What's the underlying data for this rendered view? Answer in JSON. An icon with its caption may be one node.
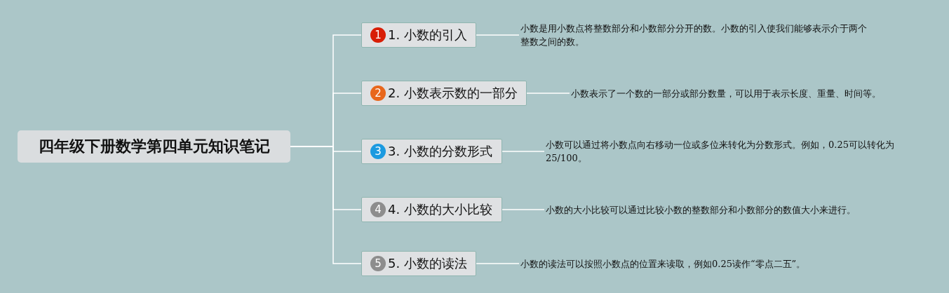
{
  "diagram": {
    "nodes": [
      {
        "text": [
          "四年级下册数学第四单元知识笔记"
        ]
      },
      {
        "text": [
          "1",
          "1. 小数的引入"
        ]
      },
      {
        "text": [
          "2",
          "2. 小数表示数的一部分"
        ]
      },
      {
        "text": [
          "3",
          "3. 小数的分数形式"
        ]
      },
      {
        "text": [
          "4",
          "4. 小数的大小比较"
        ]
      },
      {
        "text": [
          "5",
          "5. 小数的读法"
        ]
      },
      {
        "text": [
          "小数是用小数点将整数部分和小数部分分开的数。小数的引入使我们能够表示介于两个整数之间的数。"
        ]
      },
      {
        "text": [
          "小数表示了一个数的一部分或部分数量，可以用于表示长度、重量、时间等。"
        ]
      },
      {
        "text": [
          "小数可以通过将小数点向右移动一位或多位来转化为分数形式。例如，0.25可以转化为25/100。"
        ]
      },
      {
        "text": [
          "小数的大小比较可以通过比较小数的整数部分和小数部分的数值大小来进行。"
        ]
      },
      {
        "text": [
          "小数的读法可以按照小数点的位置来读取，例如0.25读作“零点二五”。"
        ]
      }
    ],
    "edges": [
      {
        "from": 0,
        "to": 1,
        "arrow": "none"
      },
      {
        "from": 0,
        "to": 2,
        "arrow": "none"
      },
      {
        "from": 0,
        "to": 3,
        "arrow": "none"
      },
      {
        "from": 0,
        "to": 4,
        "arrow": "none"
      },
      {
        "from": 0,
        "to": 5,
        "arrow": "none"
      },
      {
        "from": 1,
        "to": 6,
        "arrow": "none"
      },
      {
        "from": 2,
        "to": 7,
        "arrow": "none"
      },
      {
        "from": 3,
        "to": 8,
        "arrow": "none"
      },
      {
        "from": 4,
        "to": 9,
        "arrow": "none"
      },
      {
        "from": 5,
        "to": 10,
        "arrow": "none"
      }
    ]
  }
}
